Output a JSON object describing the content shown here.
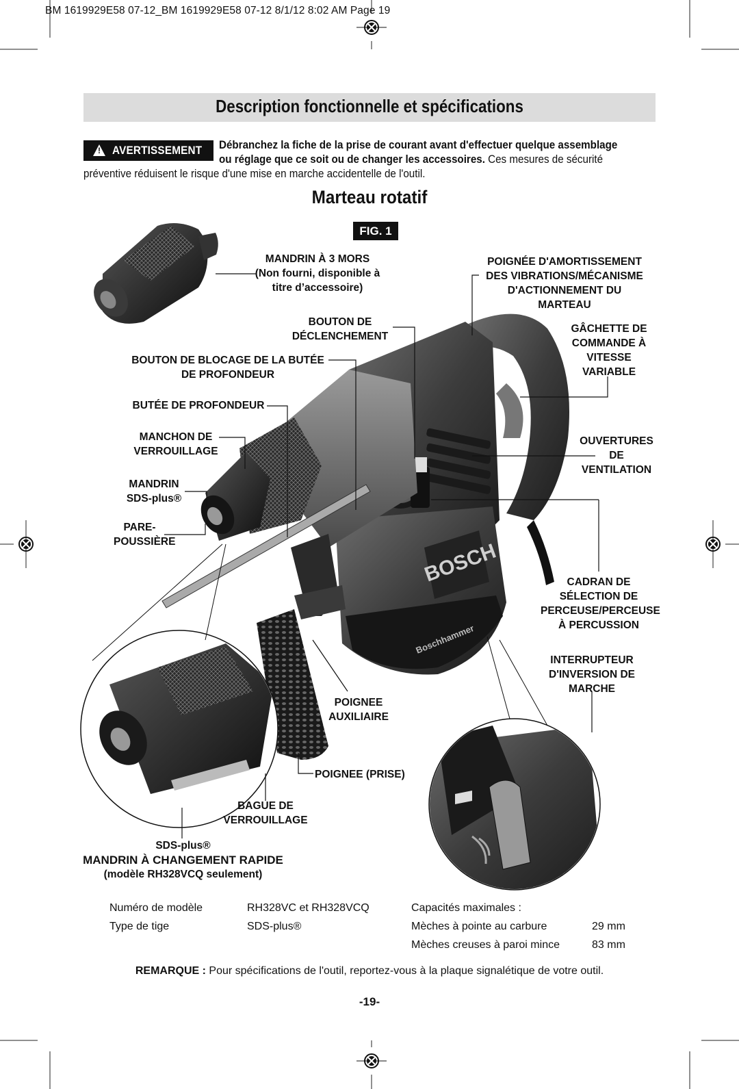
{
  "print_header": "BM 1619929E58 07-12_BM 1619929E58 07-12  8/1/12  8:02 AM  Page 19",
  "title": "Description fonctionnelle et spécifications",
  "warning": {
    "badge": "AVERTISSEMENT",
    "bold_line1": "Débranchez la fiche de la prise de courant avant d'effectuer quelque assemblage",
    "bold_line2": "ou réglage que ce soit ou de changer les accessoires.",
    "rest_line2": "Ces mesures de sécurité",
    "line3": "préventive réduisent le risque d'une mise en marche accidentelle de l'outil."
  },
  "subtitle": "Marteau rotatif",
  "figure": {
    "badge": "FIG. 1",
    "brand_text": "BOSCH",
    "model_text": "Boschhammer",
    "callouts": {
      "chuck3": [
        "MANDRIN À 3 MORS",
        "(Non fourni, disponible à",
        "titre d’accessoire)"
      ],
      "damping": [
        "POIGNÉE D'AMORTISSEMENT",
        "DES VIBRATIONS/MÉCANISME",
        "D'ACTIONNEMENT DU",
        "MARTEAU"
      ],
      "release": [
        "BOUTON DE",
        "DÉCLENCHEMENT"
      ],
      "trigger": [
        "GÂCHETTE DE",
        "COMMANDE À",
        "VITESSE",
        "VARIABLE"
      ],
      "depth_lock": [
        "BOUTON DE BLOCAGE DE LA BUTÉE",
        "DE PROFONDEUR"
      ],
      "depth_stop": [
        "BUTÉE DE PROFONDEUR"
      ],
      "lock_sleeve": [
        "MANCHON DE",
        "VERROUILLAGE"
      ],
      "vents": [
        "OUVERTURES",
        "DE",
        "VENTILATION"
      ],
      "sds_chuck": [
        "MANDRIN",
        "SDS-plus®"
      ],
      "dust": [
        "PARE-",
        "POUSSIÈRE"
      ],
      "selector": [
        "CADRAN DE",
        "SÉLECTION DE",
        "PERCEUSE/PERCEUSE",
        "À PERCUSSION"
      ],
      "reverse": [
        "INTERRUPTEUR",
        "D'INVERSION DE",
        "MARCHE"
      ],
      "aux_handle": [
        "POIGNEE",
        "AUXILIAIRE"
      ],
      "grip": [
        "POIGNEE (PRISE)"
      ],
      "lock_ring": [
        "BAGUE DE",
        "VERROUILLAGE"
      ],
      "quick_chuck": [
        "SDS-plus®",
        "MANDRIN À CHANGEMENT RAPIDE",
        "(modèle RH328VCQ seulement)"
      ]
    }
  },
  "specs": {
    "model_label": "Numéro de modèle",
    "model_value": "RH328VC et RH328VCQ",
    "shank_label": "Type de tige",
    "shank_value": "SDS-plus®",
    "capacities_label": "Capacités maximales :",
    "carbide_label": "Mèches à pointe au carbure",
    "carbide_value": "29 mm",
    "core_label": "Mèches creuses à paroi mince",
    "core_value": "83 mm"
  },
  "remark": {
    "label": "REMARQUE :",
    "text": "Pour spécifications de l'outil, reportez-vous à la plaque signalétique de votre outil."
  },
  "page_number": "-19-"
}
